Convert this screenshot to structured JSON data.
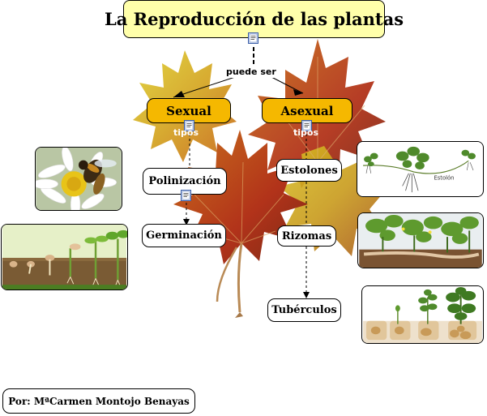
{
  "map": {
    "title": "La Reproducción de las plantas",
    "link_main": "puede ser",
    "sexual": "Sexual",
    "asexual": "Asexual",
    "tipos_left": "tipos",
    "tipos_right": "tipos",
    "polinizacion": "Polinización",
    "germinacion": "Germinación",
    "estolones": "Estolones",
    "rizomas": "Rizomas",
    "tuberculos": "Tubérculos",
    "author": "Por: MªCarmen Montojo Benayas",
    "estolon_caption": "Estolón"
  },
  "colors": {
    "title_bg": "#ffffaa",
    "category_bg": "#f5b800",
    "concept_bg": "#ffffff"
  },
  "icons": [
    "resource-document-icon"
  ]
}
